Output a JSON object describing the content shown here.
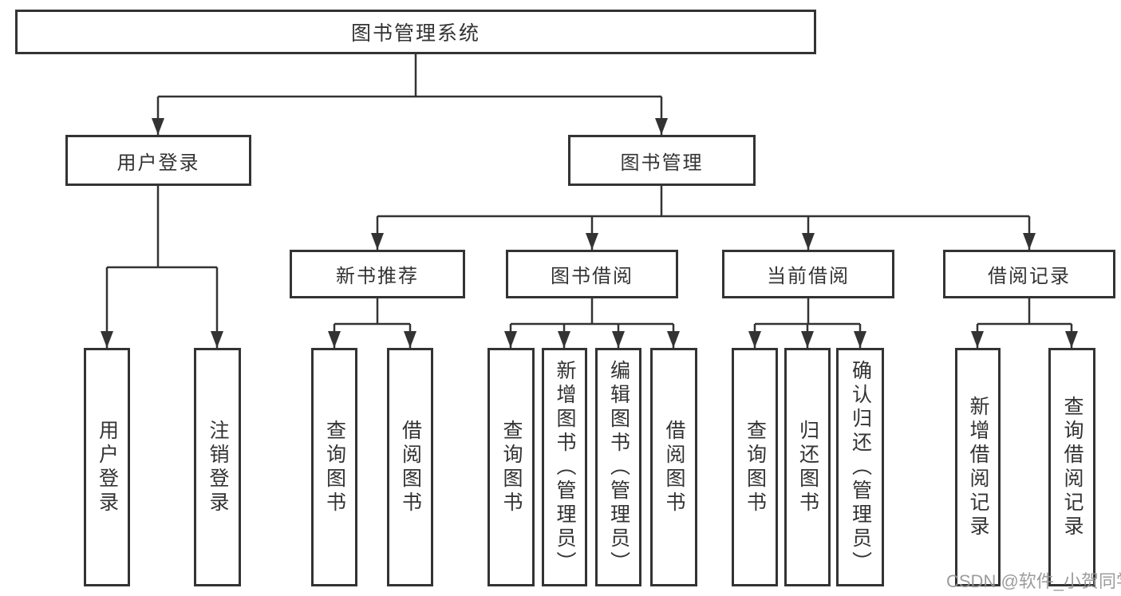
{
  "diagram": {
    "type": "hierarchy-tree",
    "colors": {
      "background": "#ffffff",
      "box_border": "#333333",
      "line": "#333333",
      "text": "#333333",
      "watermark": "#949494"
    },
    "root": {
      "label": "图书管理系统"
    },
    "level2": [
      {
        "label": "用户登录"
      },
      {
        "label": "图书管理"
      }
    ],
    "level3": [
      {
        "label": "新书推荐",
        "parent": "图书管理"
      },
      {
        "label": "图书借阅",
        "parent": "图书管理"
      },
      {
        "label": "当前借阅",
        "parent": "图书管理"
      },
      {
        "label": "借阅记录",
        "parent": "图书管理"
      }
    ],
    "leaves": [
      {
        "label": "用户登录",
        "parent": "用户登录"
      },
      {
        "label": "注销登录",
        "parent": "用户登录"
      },
      {
        "label": "查询图书",
        "parent": "新书推荐"
      },
      {
        "label": "借阅图书",
        "parent": "新书推荐"
      },
      {
        "label": "查询图书",
        "parent": "图书借阅"
      },
      {
        "label": "新增图书（管理员）",
        "parent": "图书借阅"
      },
      {
        "label": "编辑图书（管理员）",
        "parent": "图书借阅"
      },
      {
        "label": "借阅图书",
        "parent": "图书借阅"
      },
      {
        "label": "查询图书",
        "parent": "当前借阅"
      },
      {
        "label": "归还图书",
        "parent": "当前借阅"
      },
      {
        "label": "确认归还（管理员）",
        "parent": "当前借阅"
      },
      {
        "label": "新增借阅记录",
        "parent": "借阅记录"
      },
      {
        "label": "查询借阅记录",
        "parent": "借阅记录"
      }
    ],
    "watermark": "CSDN @软件_小贺同学"
  }
}
